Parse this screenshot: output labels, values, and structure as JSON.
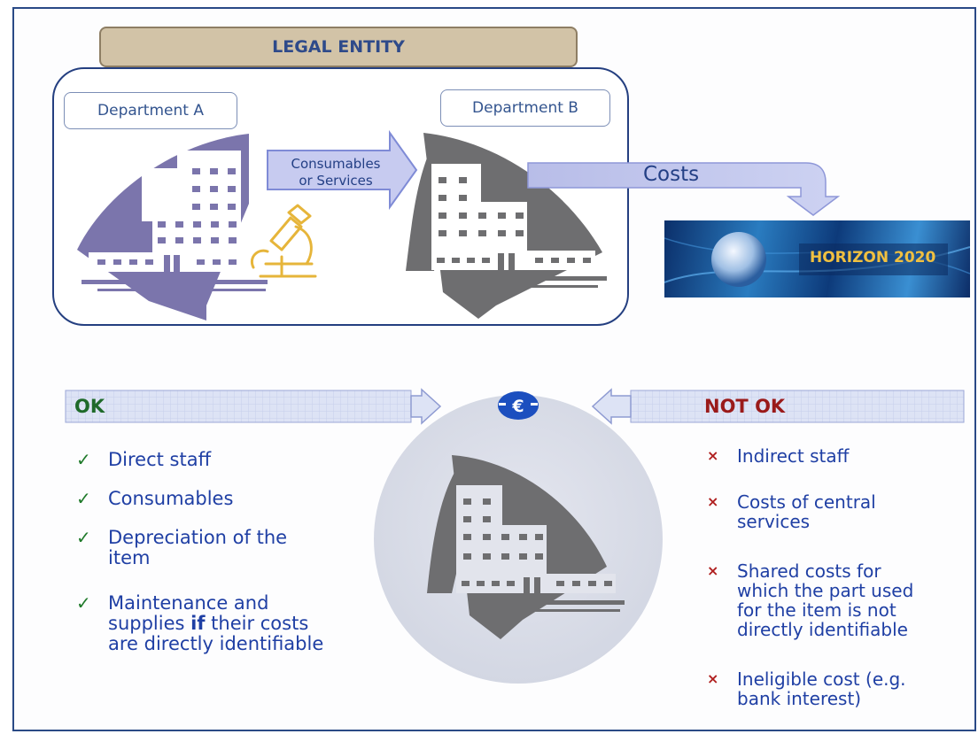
{
  "diagram": {
    "legal_entity_title": "LEGAL ENTITY",
    "department_a": "Department A",
    "department_b": "Department B",
    "transfer_arrow": [
      "Consumables",
      "or Services"
    ],
    "costs_arrow": "Costs",
    "programme_banner": "HORIZON 2020"
  },
  "ok_section": {
    "heading": "OK",
    "items": [
      [
        "Direct staff"
      ],
      [
        "Consumables"
      ],
      [
        "Depreciation of the",
        "item"
      ],
      [
        "Maintenance and",
        "supplies [b]if[/b] their costs",
        "are directly identifiable"
      ]
    ]
  },
  "not_ok_section": {
    "heading": "NOT OK",
    "items": [
      [
        "Indirect staff"
      ],
      [
        "Costs of central",
        "services"
      ],
      [
        "Shared costs for",
        "which the part used",
        "for the item is not",
        "directly identifiable"
      ],
      [
        "Ineligible cost (e.g.",
        "bank interest)"
      ]
    ]
  },
  "icons": {
    "euro": "euro-coin-icon",
    "check": "check-mark-icon",
    "cross": "cross-mark-icon",
    "building": "building-icon",
    "microscope": "microscope-icon",
    "globe": "globe-icon"
  },
  "colors": {
    "title_blue": "#2e4a8a",
    "ok_green": "#1f6a2a",
    "not_ok_red": "#9a1a1a",
    "item_blue": "#1f3fa4",
    "building_purple": "#7b75ac",
    "building_gray": "#6e6e70"
  }
}
